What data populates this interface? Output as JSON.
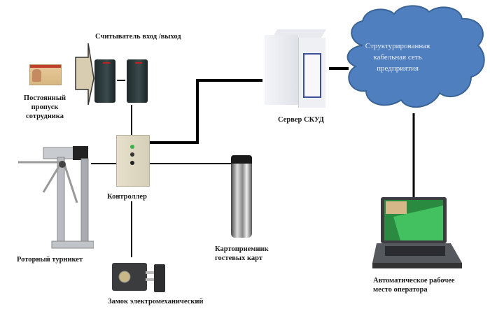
{
  "diagram": {
    "nodes": {
      "reader": {
        "label": "Считыватель вход /выход"
      },
      "badge": {
        "label_lines": [
          "Постоянный",
          "пропуск",
          "сотрудника"
        ]
      },
      "server": {
        "label": "Сервер СКУД"
      },
      "network": {
        "label_lines": [
          "Структурированная",
          "кабельная сеть",
          "предприятия"
        ]
      },
      "controller": {
        "label": "Контроллер"
      },
      "turnstile": {
        "label": "Роторный турникет"
      },
      "card_collector": {
        "label_lines": [
          "Картоприемник",
          "гостевых карт"
        ]
      },
      "lock": {
        "label": "Замок электромеханический"
      },
      "workstation": {
        "label_lines": [
          "Автоматическое рабочее",
          "место оператора"
        ]
      }
    },
    "edges": [
      [
        "reader",
        "controller"
      ],
      [
        "controller",
        "server"
      ],
      [
        "server",
        "network"
      ],
      [
        "network",
        "workstation"
      ],
      [
        "controller",
        "turnstile"
      ],
      [
        "controller",
        "card_collector"
      ],
      [
        "controller",
        "lock"
      ]
    ],
    "colors": {
      "cloud": "#4f7fbf",
      "cloud_stroke": "#3a6496",
      "wire": "#000000",
      "led": "#3cb04a"
    }
  }
}
